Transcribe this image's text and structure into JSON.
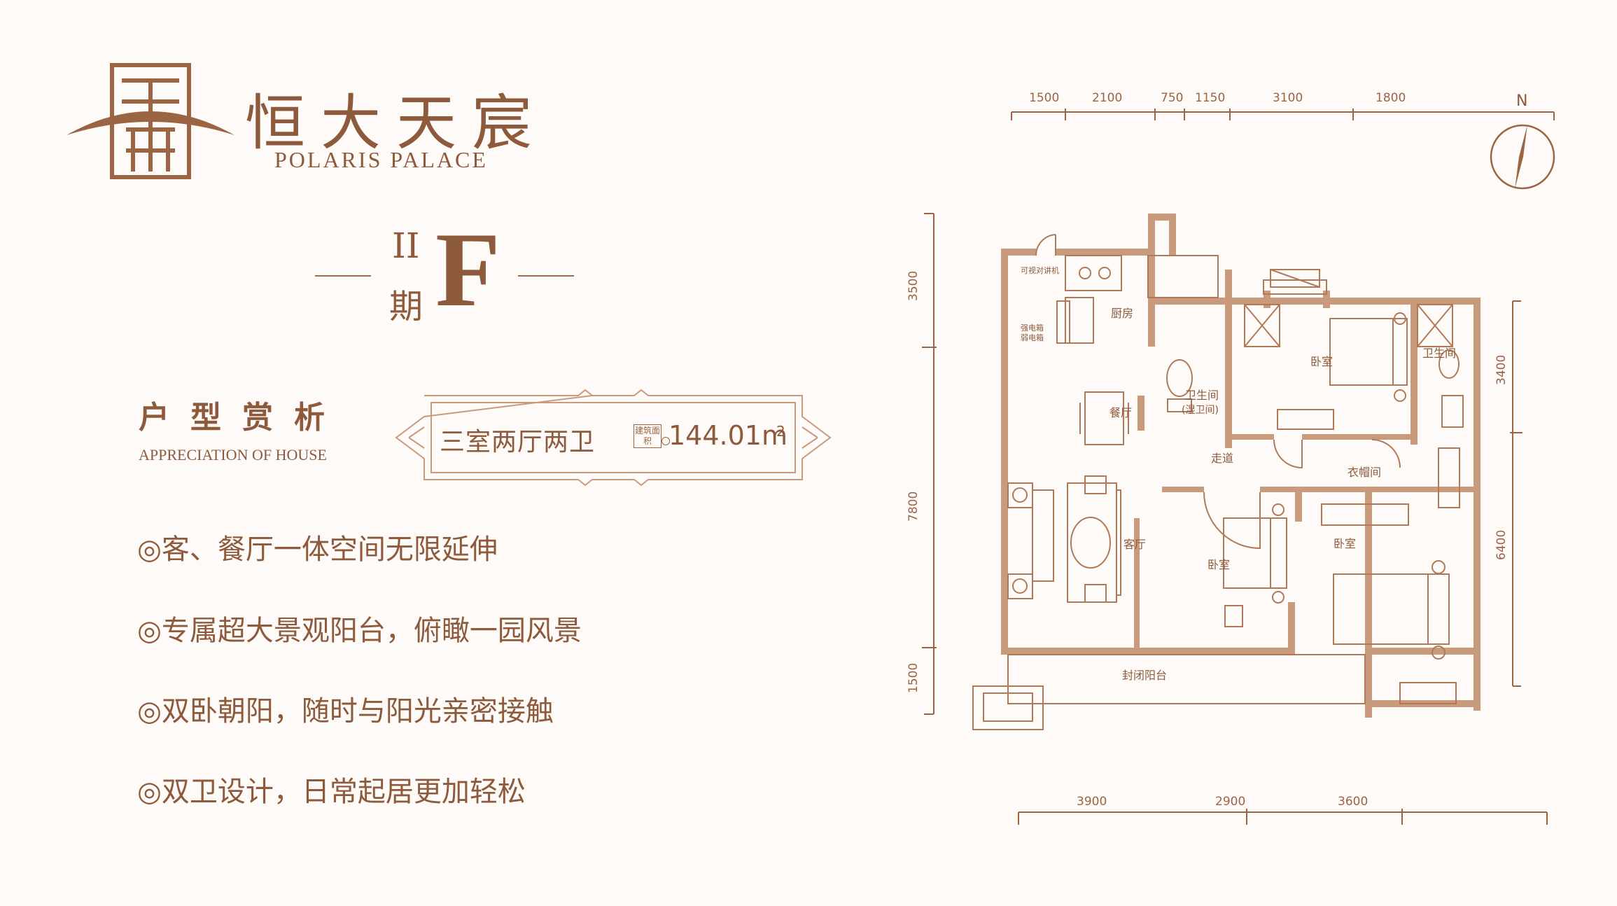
{
  "brand": {
    "name_cn": "恒大天宸",
    "name_en": "POLARIS PALACE"
  },
  "phase": {
    "roman": "II",
    "qi": "期",
    "type_letter": "F"
  },
  "appreciation": {
    "title_cn": "户型赏析",
    "title_en": "APPRECIATION OF HOUSE",
    "layout": "三室两厅两卫",
    "area_label": "建筑面积",
    "area_value": "144.01m",
    "area_sup": "2"
  },
  "features": [
    "◎客、餐厅一体空间无限延伸",
    "◎专属超大景观阳台，俯瞰一园风景",
    "◎双卧朝阳，随时与阳光亲密接触",
    "◎双卫设计，日常起居更加轻松"
  ],
  "plan": {
    "north": "N",
    "dims_top": [
      "1500",
      "2100",
      "750",
      "1150",
      "3100",
      "1800"
    ],
    "dims_bottom": [
      "3900",
      "2900",
      "3600"
    ],
    "dims_left": [
      "3500",
      "7800",
      "1500"
    ],
    "dims_right": [
      "3400",
      "6400"
    ],
    "rooms": {
      "kitchen": "厨房",
      "dining": "餐厅",
      "living": "客厅",
      "bath1": "卫生间",
      "bath1_sub": "(湿卫间)",
      "bath2": "卫生间",
      "bed1": "卧室",
      "bed2": "卧室",
      "bed3": "卧室",
      "corridor": "走道",
      "closet": "衣帽间",
      "balcony": "封闭阳台",
      "intercom": "可视对讲机",
      "meter1": "强电箱",
      "meter2": "弱电箱"
    }
  },
  "colors": {
    "primary": "#8e5a3c",
    "wall": "#c99a7c",
    "background": "#fdfaf8"
  }
}
